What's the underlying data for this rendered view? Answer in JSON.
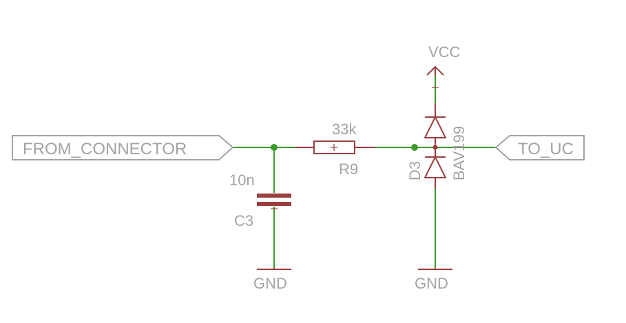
{
  "schematic": {
    "ports": {
      "input": "FROM_CONNECTOR",
      "output": "TO_UC"
    },
    "capacitor": {
      "value": "10n",
      "designator": "C3"
    },
    "resistor": {
      "value": "33k",
      "designator": "R9"
    },
    "diode": {
      "value": "BAV199",
      "designator": "D3"
    },
    "supply": "VCC",
    "grounds": [
      "GND",
      "GND"
    ]
  },
  "colors": {
    "wire": "#3c9a2d",
    "symbol": "#9a3f3f",
    "label": "#a3a3a3",
    "background": "#ffffff"
  }
}
